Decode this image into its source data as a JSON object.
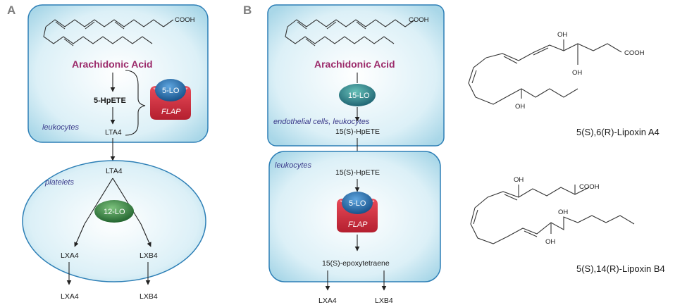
{
  "panels": {
    "a": {
      "label": "A",
      "cooh": "COOH",
      "acid": "Arachidonic Acid",
      "hpete": "5-HpETE",
      "enzyme": "5-LO",
      "flap": "FLAP",
      "cell_type": "leukocytes",
      "lta4_top": "LTA4",
      "lta4_mid": "LTA4",
      "platelets": "platelets",
      "enzyme2": "12-LO",
      "lxa4_in": "LXA4",
      "lxb4_in": "LXB4",
      "lxa4_out": "LXA4",
      "lxb4_out": "LXB4"
    },
    "b": {
      "label": "B",
      "cooh": "COOH",
      "acid": "Arachidonic Acid",
      "enzyme": "15-LO",
      "cell_type": "endothelial cells, leukocytes",
      "hpete_top": "15(S)-HpETE",
      "cell_type2": "leukocytes",
      "hpete_in": "15(S)-HpETE",
      "enzyme2": "5-LO",
      "flap": "FLAP",
      "epoxy": "15(S)-epoxytetraene",
      "lxa4": "LXA4",
      "lxb4": "LXB4"
    },
    "structures": {
      "a4": {
        "oh1": "OH",
        "oh2": "OH",
        "oh3": "OH",
        "cooh": "COOH",
        "name": "5(S),6(R)-Lipoxin A4"
      },
      "b4": {
        "oh1": "OH",
        "oh2": "OH",
        "oh3": "OH",
        "cooh": "COOH",
        "name": "5(S),14(R)-Lipoxin B4"
      }
    }
  },
  "colors": {
    "cell_fill": "#cfe9f3",
    "cell_border": "#2d7fb6",
    "enzyme_blue": "#1b5f9e",
    "enzyme_green": "#2a7a3a",
    "flap_red": "#d02a3c",
    "acid_text": "#9b2a6a"
  }
}
